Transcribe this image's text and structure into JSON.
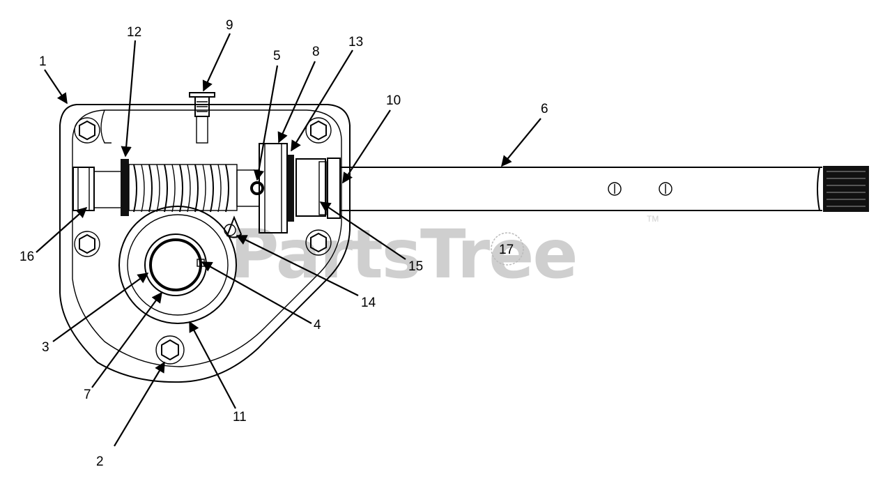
{
  "watermark": {
    "brand": "PartsTree",
    "trademark": "TM"
  },
  "callouts": [
    "1",
    "2",
    "3",
    "4",
    "5",
    "6",
    "7",
    "8",
    "9",
    "10",
    "11",
    "12",
    "13",
    "14",
    "15",
    "16",
    "17"
  ]
}
